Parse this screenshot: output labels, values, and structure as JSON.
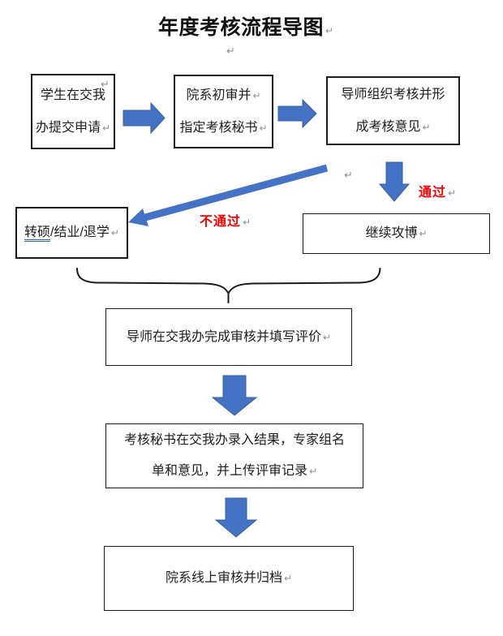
{
  "title": {
    "text": "年度考核流程导图"
  },
  "marks": {
    "pilcrow": "↵"
  },
  "colors": {
    "arrow_fill": "#4472C4",
    "arrow_stroke": "#3A5F9D",
    "label_red": "#FF0000",
    "pilcrow_gray": "#8F8F8F",
    "box_border": "#1A1A1A",
    "grammar_underline_blue": "#2F5AD8",
    "brace_black": "#1A1A1A"
  },
  "boxes": {
    "student": {
      "lines": [
        "学生在交我",
        "办提交申请"
      ]
    },
    "dept_review": {
      "lines": [
        "院系初审并",
        "指定考核秘书"
      ]
    },
    "advisor_assess": {
      "lines": [
        "导师组织考核并形",
        "成考核意见"
      ]
    },
    "fail_outcome": {
      "underlined": "转硕",
      "rest": "/结业/退学"
    },
    "pass_outcome": {
      "text": "继续攻博"
    },
    "advisor_confirm": {
      "text": "导师在交我办完成审核并填写评价"
    },
    "secretary_entry": {
      "lines": [
        "考核秘书在交我办录入结果，专家组名",
        "单和意见，并上传评审记录"
      ]
    },
    "final_archive": {
      "text": "院系线上审核并归档"
    }
  },
  "labels": {
    "pass": "通过",
    "fail": "不通过"
  }
}
